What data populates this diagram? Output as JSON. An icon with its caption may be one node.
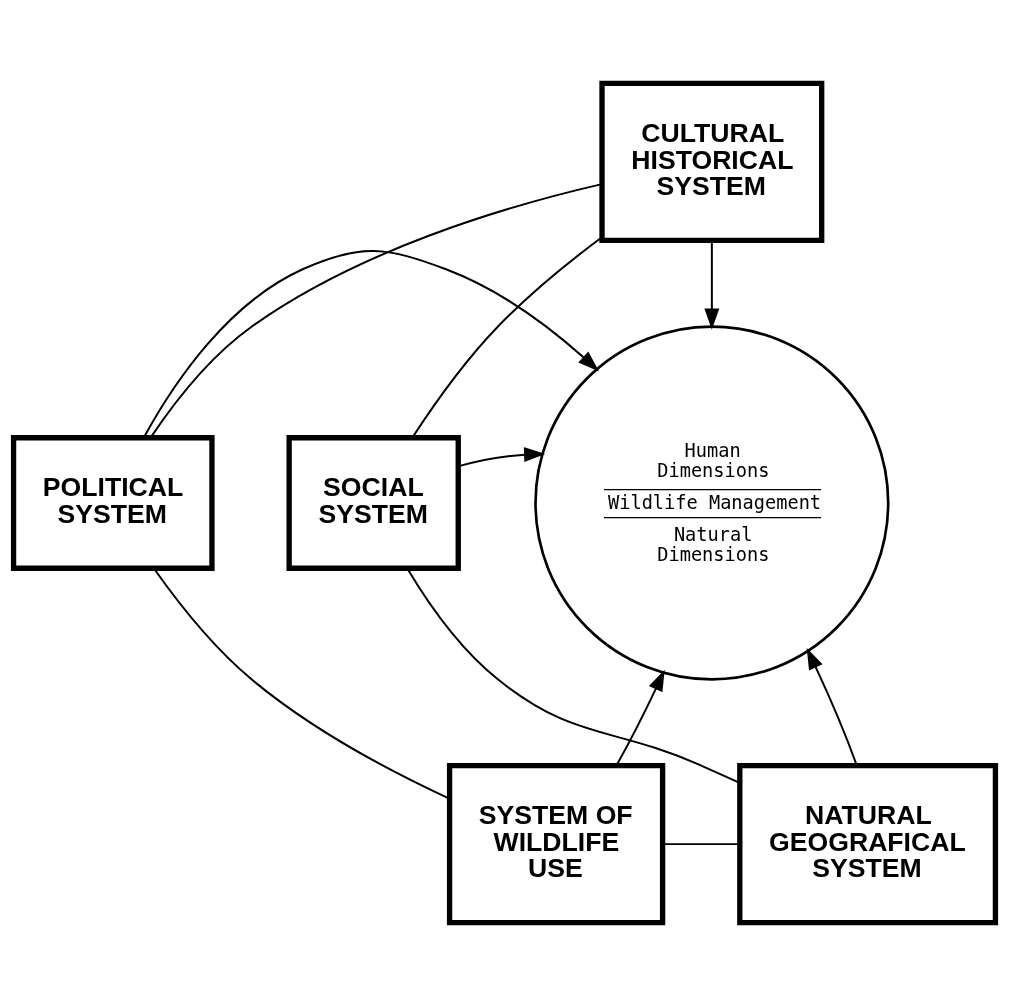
{
  "diagram": {
    "nodes": [
      {
        "text": [
          "CULTURAL HISTORICAL SYSTEM"
        ]
      },
      {
        "text": [
          "SOCIAL SYSTEM"
        ]
      },
      {
        "text": [
          "POLITICAL SYSTEM"
        ]
      },
      {
        "text": [
          "NATURAL GEOGRAFICAL SYSTEM"
        ]
      },
      {
        "text": [
          "SYSTEM OF WILDLIFE USE"
        ]
      },
      {
        "text": [
          "Human Dimensions",
          "Wildlife Management",
          "Natural Dimensions"
        ]
      }
    ],
    "edges": [
      {
        "from": 0,
        "to": 5,
        "arrow": "to"
      },
      {
        "from": 1,
        "to": 5,
        "arrow": "to"
      },
      {
        "from": 2,
        "to": 5,
        "arrow": "to"
      },
      {
        "from": 3,
        "to": 5,
        "arrow": "to"
      },
      {
        "from": 4,
        "to": 5,
        "arrow": "to"
      },
      {
        "from": 0,
        "to": 2,
        "arrow": "none"
      },
      {
        "from": 2,
        "to": 4,
        "arrow": "none"
      },
      {
        "from": 4,
        "to": 3,
        "arrow": "none"
      },
      {
        "from": 3,
        "to": 1,
        "arrow": "none"
      },
      {
        "from": 1,
        "to": 0,
        "arrow": "none"
      }
    ]
  }
}
